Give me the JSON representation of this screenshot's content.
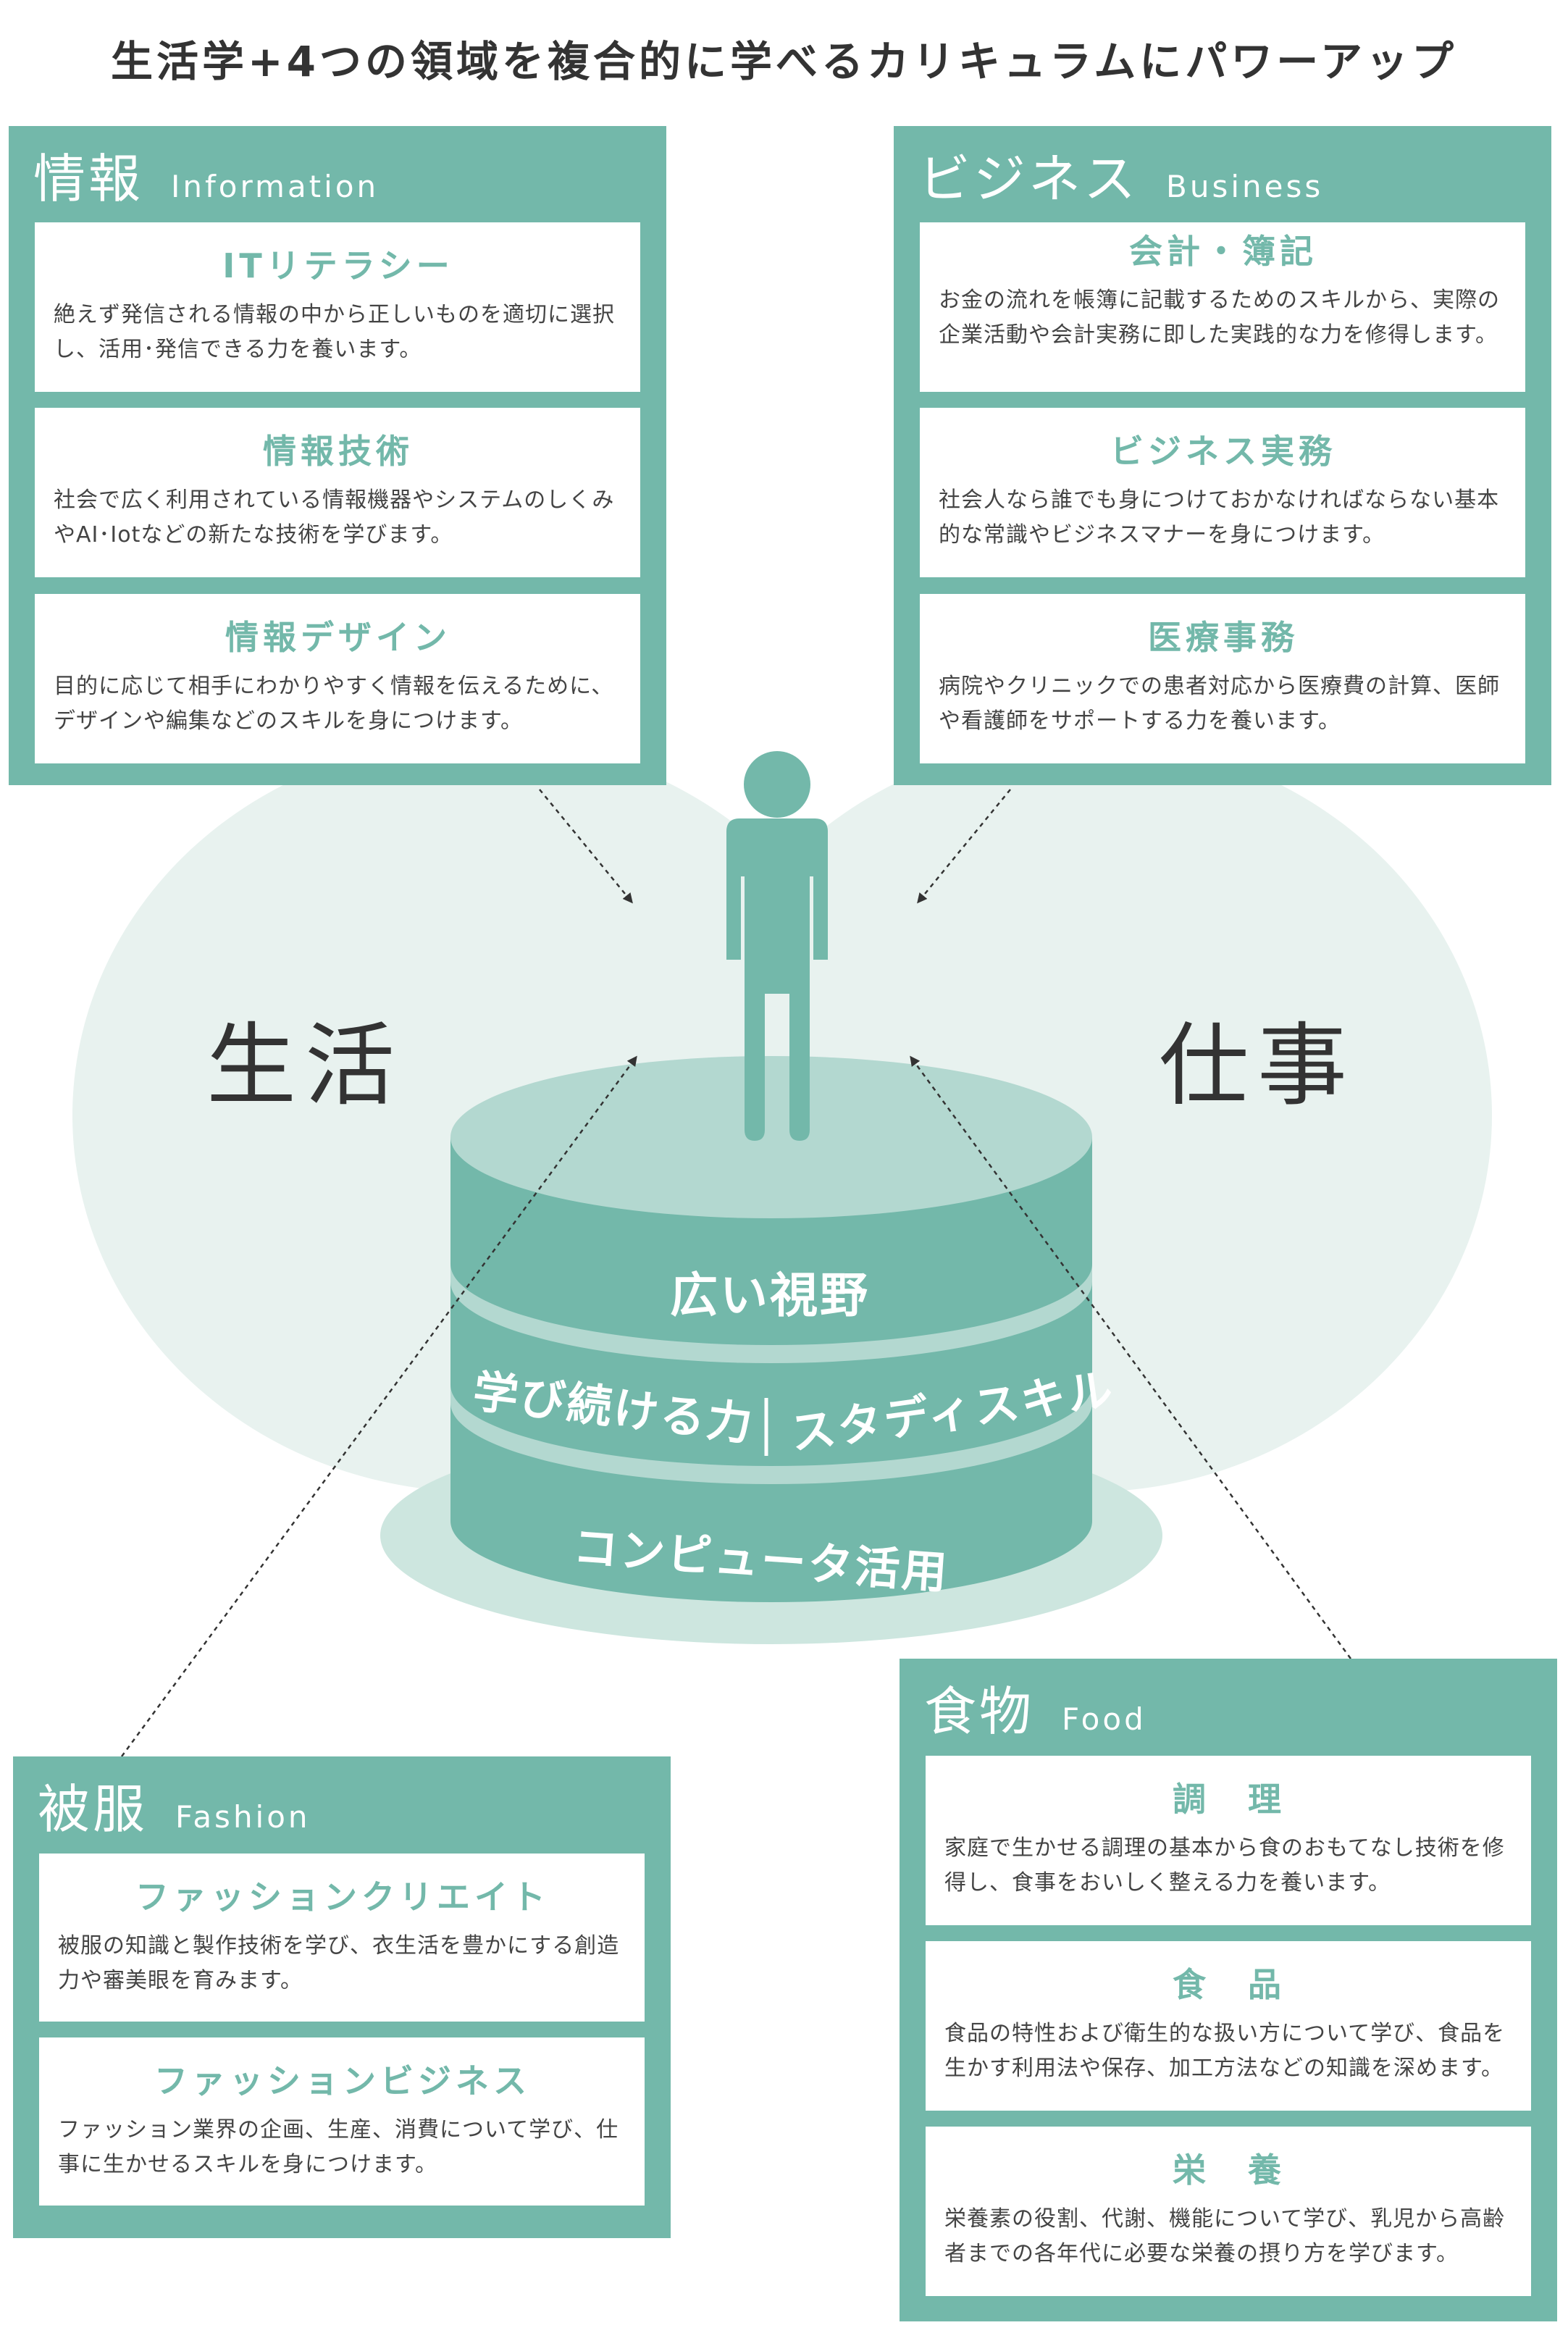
{
  "title": "生活学+4つの領域を複合的に学べるカリキュラムにパワーアップ",
  "colors": {
    "accent": "#73b8aa",
    "light_bg": "#e8f2ef",
    "mid": "#b3d8d0",
    "text": "#333333"
  },
  "center": {
    "left_label": "生活",
    "right_label": "仕事",
    "person_icon": "person-icon",
    "tiers": [
      "広い視野",
      "学び続ける力",
      "スタディスキル",
      "コンピュータ活用"
    ]
  },
  "categories": {
    "information": {
      "jp": "情報",
      "en": "Information",
      "items": [
        {
          "title": "ITリテラシー",
          "desc": "絶えず発信される情報の中から正しいものを適切に選択し、活用･発信できる力を養います。"
        },
        {
          "title": "情報技術",
          "desc": "社会で広く利用されている情報機器やシステムのしくみやAI･Iotなどの新たな技術を学びます。"
        },
        {
          "title": "情報デザイン",
          "desc": "目的に応じて相手にわかりやすく情報を伝えるために、デザインや編集などのスキルを身につけます。"
        }
      ]
    },
    "business": {
      "jp": "ビジネス",
      "en": "Business",
      "items": [
        {
          "title": "会計・簿記",
          "desc": "お金の流れを帳簿に記載するためのスキルから、実際の企業活動や会計実務に即した実践的な力を修得します。"
        },
        {
          "title": "ビジネス実務",
          "desc": "社会人なら誰でも身につけておかなければならない基本的な常識やビジネスマナーを身につけます。"
        },
        {
          "title": "医療事務",
          "desc": "病院やクリニックでの患者対応から医療費の計算、医師や看護師をサポートする力を養います。"
        }
      ]
    },
    "fashion": {
      "jp": "被服",
      "en": "Fashion",
      "items": [
        {
          "title": "ファッションクリエイト",
          "desc": "被服の知識と製作技術を学び、衣生活を豊かにする創造力や審美眼を育みます。"
        },
        {
          "title": "ファッションビジネス",
          "desc": "ファッション業界の企画、生産、消費について学び、仕事に生かせるスキルを身につけます。"
        }
      ]
    },
    "food": {
      "jp": "食物",
      "en": "Food",
      "items": [
        {
          "title": "調　理",
          "desc": "家庭で生かせる調理の基本から食のおもてなし技術を修得し、食事をおいしく整える力を養います。"
        },
        {
          "title": "食　品",
          "desc": "食品の特性および衛生的な扱い方について学び、食品を生かす利用法や保存、加工方法などの知識を深めます。"
        },
        {
          "title": "栄　養",
          "desc": "栄養素の役割、代謝、機能について学び、乳児から高齢者までの各年代に必要な栄養の摂り方を学びます。"
        }
      ]
    }
  }
}
